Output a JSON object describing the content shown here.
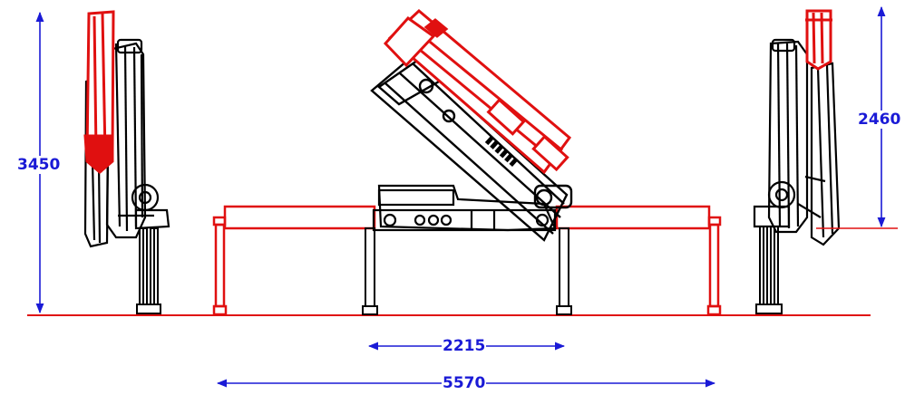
{
  "colors": {
    "dimension": "#1a1ad6",
    "highlight": "#e01010",
    "outline": "#000000",
    "background": "#ffffff"
  },
  "dimensions": {
    "height_folded_left": "3450",
    "height_folded_right": "2460",
    "outrigger_span_inner": "2215",
    "outrigger_span_outer": "5570"
  }
}
